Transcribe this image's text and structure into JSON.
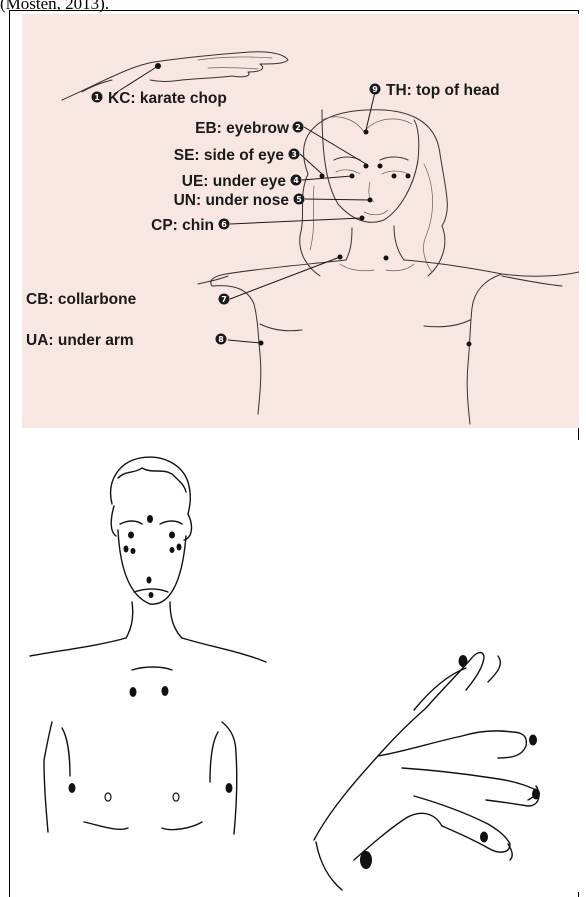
{
  "cut_off_text": "(Mosten, 2013).",
  "colors": {
    "top_background": "#f7e6e1",
    "point": "#111111"
  },
  "tapping_points": [
    {
      "number": "1",
      "label": "KC: karate chop"
    },
    {
      "number": "2",
      "label": "EB: eyebrow"
    },
    {
      "number": "3",
      "label": "SE: side of eye"
    },
    {
      "number": "4",
      "label": "UE: under eye"
    },
    {
      "number": "5",
      "label": "UN: under nose"
    },
    {
      "number": "6",
      "label": "CP: chin"
    },
    {
      "number": "7",
      "label": "CB: collarbone"
    },
    {
      "number": "8",
      "label": "UA: under arm"
    },
    {
      "number": "9",
      "label": "TH: top of head"
    }
  ]
}
